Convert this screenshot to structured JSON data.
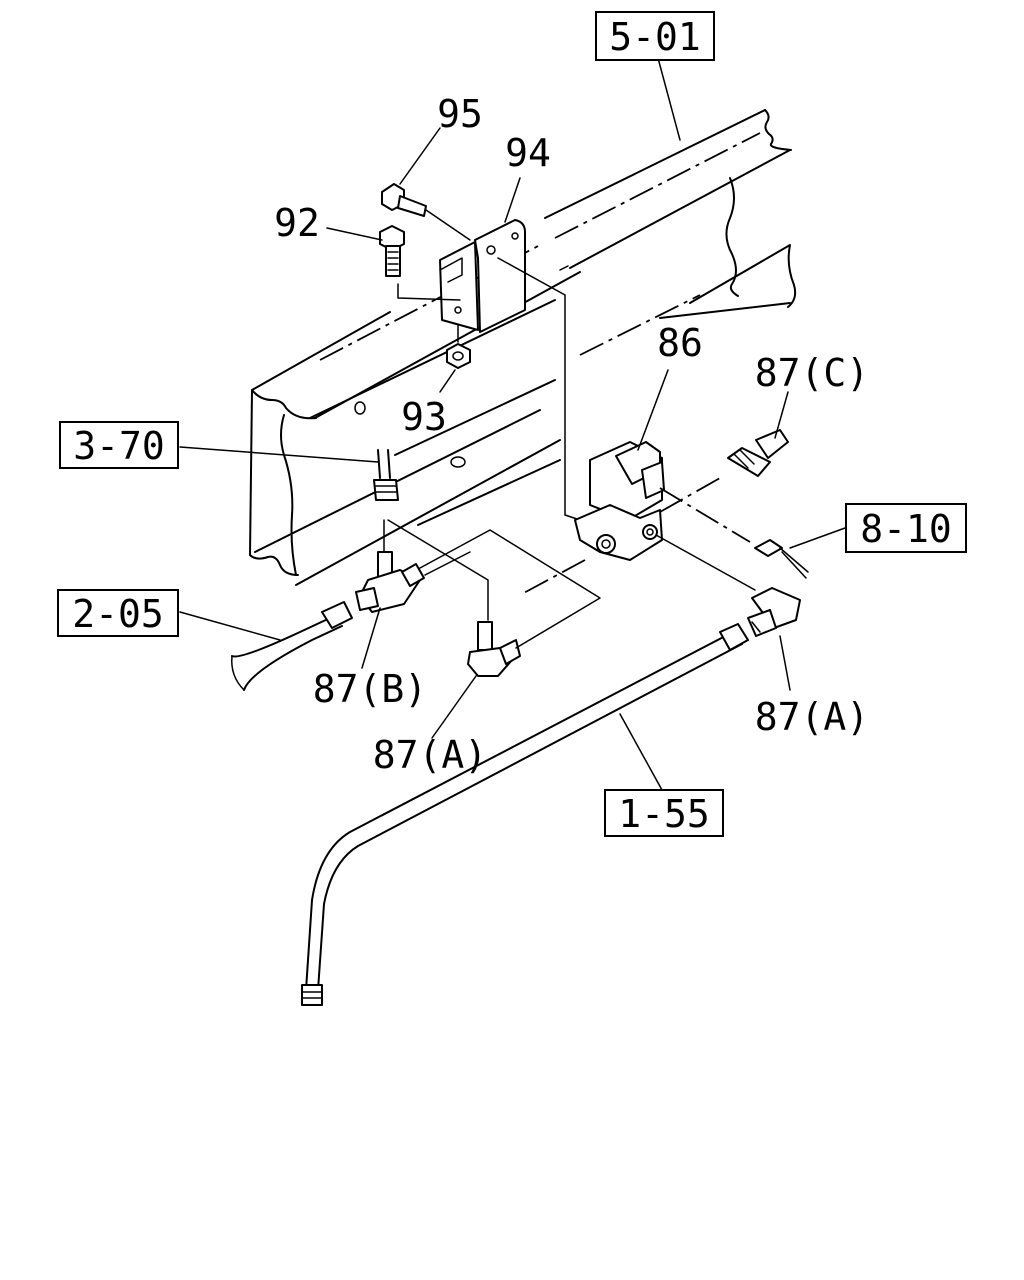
{
  "references": {
    "ref_5_01": "5-01",
    "ref_3_70": "3-70",
    "ref_8_10": "8-10",
    "ref_2_05": "2-05",
    "ref_1_55": "1-55"
  },
  "callouts": {
    "c95": "95",
    "c94": "94",
    "c92": "92",
    "c93": "93",
    "c86": "86",
    "c87c": "87(C)",
    "c87b": "87(B)",
    "c87a_left": "87(A)",
    "c87a_right": "87(A)"
  }
}
